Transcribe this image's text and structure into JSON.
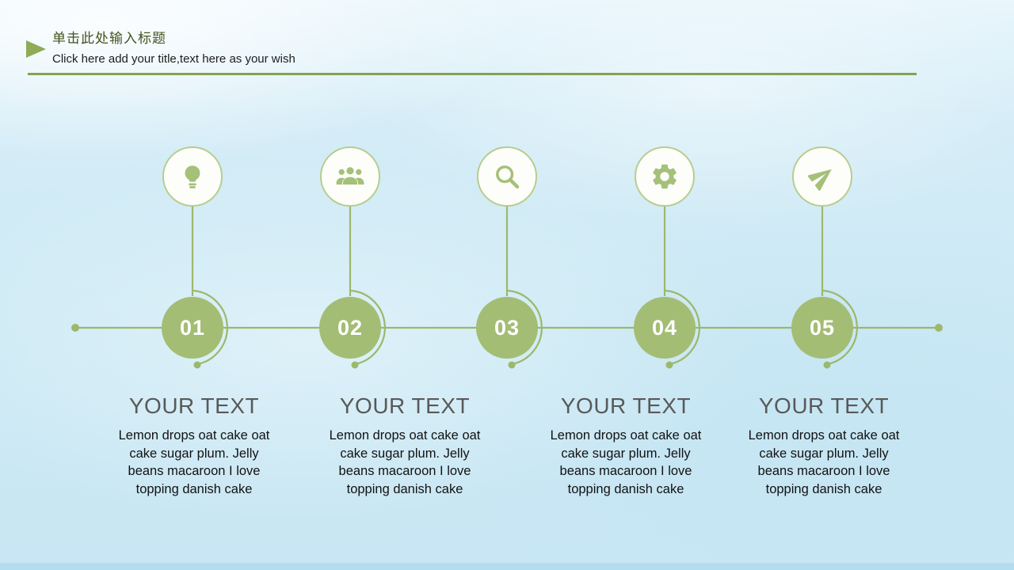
{
  "header": {
    "title": "单击此处输入标题",
    "subtitle": "Click here add your title,text here as your wish"
  },
  "timeline": {
    "nodes": [
      {
        "number": "01",
        "icon": "lightbulb"
      },
      {
        "number": "02",
        "icon": "team"
      },
      {
        "number": "03",
        "icon": "search"
      },
      {
        "number": "04",
        "icon": "gear"
      },
      {
        "number": "05",
        "icon": "paper-plane"
      }
    ]
  },
  "blocks": [
    {
      "title": "YOUR TEXT",
      "body": "Lemon drops oat cake oat cake sugar plum. Jelly beans macaroon I love topping danish cake"
    },
    {
      "title": "YOUR TEXT",
      "body": "Lemon drops oat cake oat cake sugar plum. Jelly beans macaroon I love topping danish cake"
    },
    {
      "title": "YOUR TEXT",
      "body": "Lemon drops oat cake oat cake sugar plum. Jelly beans macaroon I love topping danish cake"
    },
    {
      "title": "YOUR TEXT",
      "body": "Lemon drops oat cake oat cake sugar plum. Jelly beans macaroon I love topping danish cake"
    }
  ],
  "colors": {
    "accent_green": "#9cb86b",
    "circle_green": "#a3bd74",
    "icon_green": "#a5c079",
    "title_green": "#46521f",
    "heading_gray": "#595959",
    "background_blue": "#cbe8f4"
  }
}
